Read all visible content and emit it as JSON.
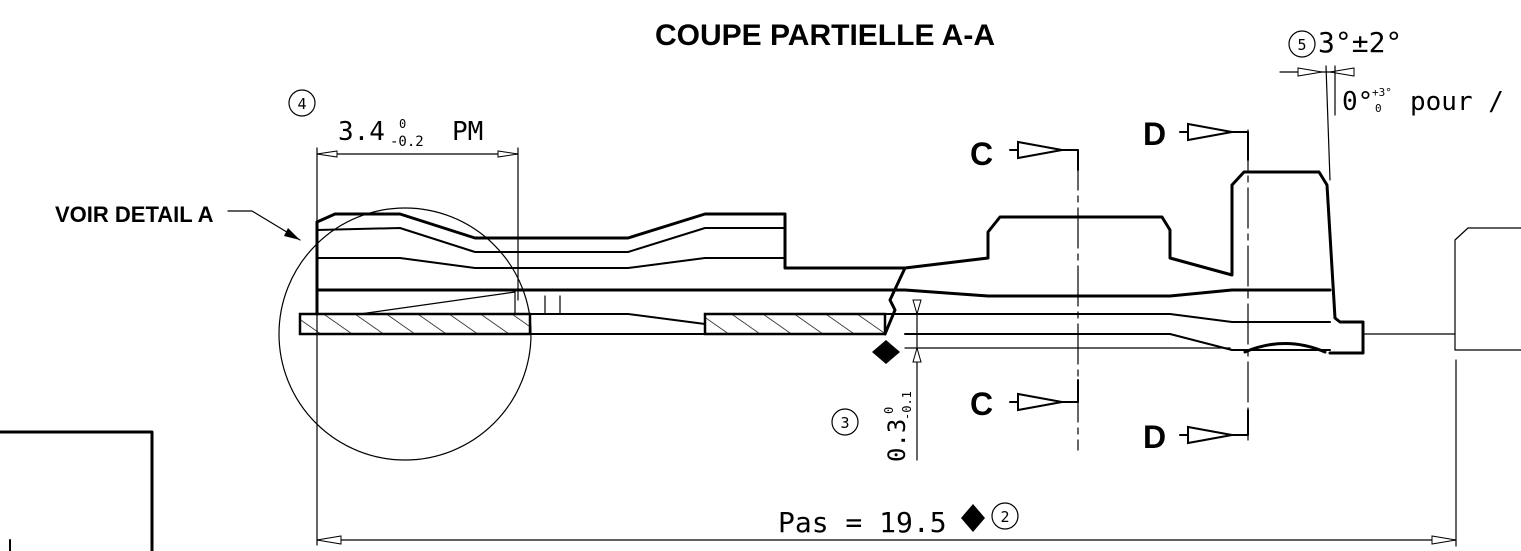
{
  "title": "COUPE PARTIELLE A-A",
  "detail_callout": "VOIR DETAIL A",
  "dim_length": {
    "text": "3.4",
    "upper_tol": "0",
    "lower_tol": "-0.2",
    "suffix": "PM",
    "balloon": "4"
  },
  "dim_angle": {
    "balloon": "5",
    "text": "3°±2°",
    "alt_text": "0°",
    "alt_upper": "+3°",
    "alt_lower": "0",
    "alt_suffix": "pour /"
  },
  "dim_thickness": {
    "text": "0.3",
    "tol_upper": "0",
    "tol_lower": "-0.1",
    "balloon": "3"
  },
  "dim_pitch": {
    "text": "Pas = 19.5",
    "balloon": "2"
  },
  "section_c_label": "C",
  "section_d_label": "D"
}
